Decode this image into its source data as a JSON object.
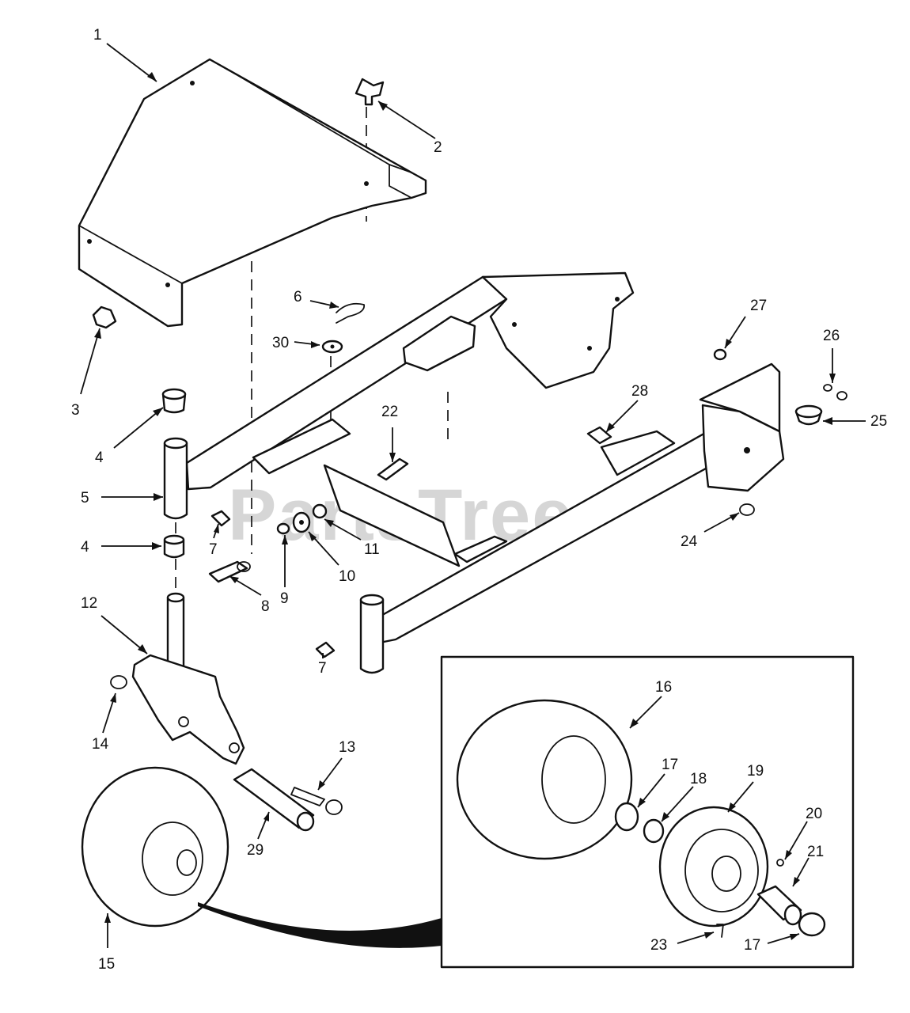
{
  "watermark": {
    "text": "PartsTree",
    "trademark": "™"
  },
  "callouts": [
    {
      "n": "1"
    },
    {
      "n": "2"
    },
    {
      "n": "3"
    },
    {
      "n": "4"
    },
    {
      "n": "5"
    },
    {
      "n": "4"
    },
    {
      "n": "6"
    },
    {
      "n": "30"
    },
    {
      "n": "7"
    },
    {
      "n": "8"
    },
    {
      "n": "9"
    },
    {
      "n": "10"
    },
    {
      "n": "11"
    },
    {
      "n": "7"
    },
    {
      "n": "22"
    },
    {
      "n": "27"
    },
    {
      "n": "26"
    },
    {
      "n": "25"
    },
    {
      "n": "28"
    },
    {
      "n": "24"
    },
    {
      "n": "12"
    },
    {
      "n": "14"
    },
    {
      "n": "13"
    },
    {
      "n": "29"
    },
    {
      "n": "15"
    },
    {
      "n": "16"
    },
    {
      "n": "17"
    },
    {
      "n": "18"
    },
    {
      "n": "19"
    },
    {
      "n": "20"
    },
    {
      "n": "21"
    },
    {
      "n": "23"
    },
    {
      "n": "17"
    }
  ]
}
